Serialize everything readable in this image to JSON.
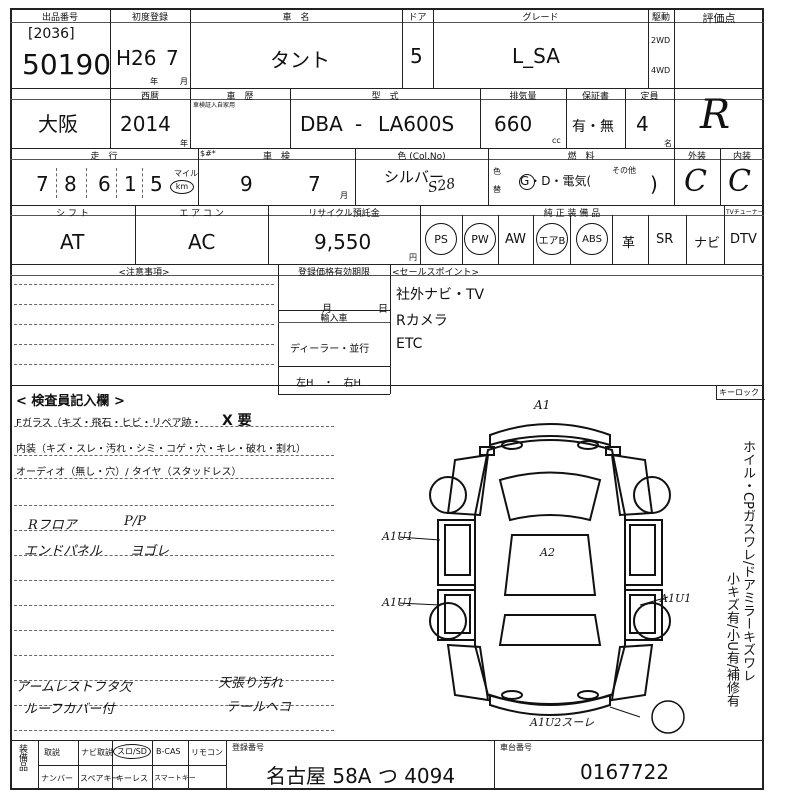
{
  "header": {
    "lot_no_label": "出品番号",
    "first_reg_label": "初度登録",
    "car_name_label": "車　名",
    "door_label": "ドア",
    "grade_label": "グレード",
    "drive_label": "駆動",
    "eval_label": "評価点"
  },
  "lot": {
    "sub": "[2036]",
    "number": "50190"
  },
  "first_reg": {
    "era": "H26",
    "month": "7",
    "year_unit": "年",
    "month_unit": "月"
  },
  "car_name": "タント",
  "doors": "5",
  "grade": "L_SA",
  "drive": {
    "opt1": "2WD",
    "opt2": "4WD"
  },
  "row2": {
    "area": "大阪",
    "seireki_label": "西暦",
    "shaken_label": "車　歴",
    "shaken_sub": "車検証入自家用",
    "katashiki_label": "型　式",
    "displacement_label": "排気量",
    "warranty_label": "保証書",
    "capacity_label": "定員",
    "year": "2014",
    "year_unit": "年",
    "model_prefix": "DBA",
    "model_dash": "-",
    "model_code": "LA600S",
    "displacement": "660",
    "cc": "cc",
    "warranty": "有・無",
    "capacity": "4",
    "capacity_unit": "名",
    "eval_mark": "R"
  },
  "row3": {
    "mileage_label": "走　行",
    "shaken_exp_label": "車　検",
    "color_label": "色 (Col.No)",
    "fuel_label": "燃　料",
    "ext_label": "外装",
    "int_label": "内装",
    "mileage_digits": [
      "7",
      "8",
      "6",
      "1",
      "5"
    ],
    "mile_label": "マイル",
    "km_label": "km",
    "prefix_label": "$#*",
    "shaken_year": "9",
    "shaken_month": "7",
    "shaken_unit": "月",
    "color": "シルバー",
    "color_code": "S28",
    "paint_label1": "色",
    "paint_label2": "替",
    "fuel_options": "G・D・電気(",
    "fuel_other": "その他",
    "fuel_close": ")",
    "ext_grade": "C",
    "int_grade": "C"
  },
  "row4": {
    "shift_label": "シ フ ト",
    "ac_label": "エ ア コ ン",
    "recycle_label": "リサイクル預託金",
    "equip_label": "純 正 装 備 品",
    "tuner_label": "TVチューナー",
    "shift": "AT",
    "ac": "AC",
    "recycle": "9,550",
    "yen": "円"
  },
  "equipment": [
    "PS",
    "PW",
    "AW",
    "エアB",
    "ABS",
    "革",
    "SR",
    "ナビ",
    "DTV"
  ],
  "notes": {
    "caution_label": "<注意事項>",
    "reg_label": "登録価格有効期限",
    "month": "月",
    "day": "日",
    "import_label": "輸入車",
    "import_val": "ディーラー・並行",
    "handle": "左H　・　右H",
    "selling_label": "<セールスポイント>",
    "points": [
      "社外ナビ・TV",
      "Rカメラ",
      "ETC"
    ]
  },
  "inspection": {
    "title": "< 検査員記入欄 >",
    "line1_text": "Fガラス（キズ・飛石・ヒビ・リペア跡・",
    "line1_mark": "X 要",
    "line2": "内装（キズ・スレ・汚れ・シミ・コゲ・穴・キレ・破れ・割れ）",
    "line3": "オーディオ（無し・穴）/ タイヤ（スタッドレス）",
    "hand_notes": [
      "Rフロア",
      "エンドパネル",
      "P/P",
      "ヨゴレ",
      "アームレストフタ欠",
      "ルーフカバー付",
      "天張り汚れ",
      "テールヘコ"
    ],
    "keylock_label": "キーロック",
    "vertical_notes": [
      "ホイル・CPガスワレ/ドアミラーキズワレ",
      "小キズ有/小U有/補修有"
    ]
  },
  "diagram": {
    "labels": [
      "A1",
      "A2",
      "A1U1",
      "A1U1",
      "A1U1",
      "A1U2スーレ"
    ]
  },
  "footer": {
    "equip_label": "装備品",
    "items_row1": [
      "取説",
      "ナビ取説",
      "スロ/SD",
      "B-CAS",
      "リモコン"
    ],
    "items_row2": [
      "ナンバー",
      "スペアキー",
      "キーレス",
      "スマートキー"
    ],
    "reg_no_label": "登録番号",
    "reg_no": "名古屋 58A つ 4094",
    "chassis_label": "車台番号",
    "chassis": "0167722"
  }
}
